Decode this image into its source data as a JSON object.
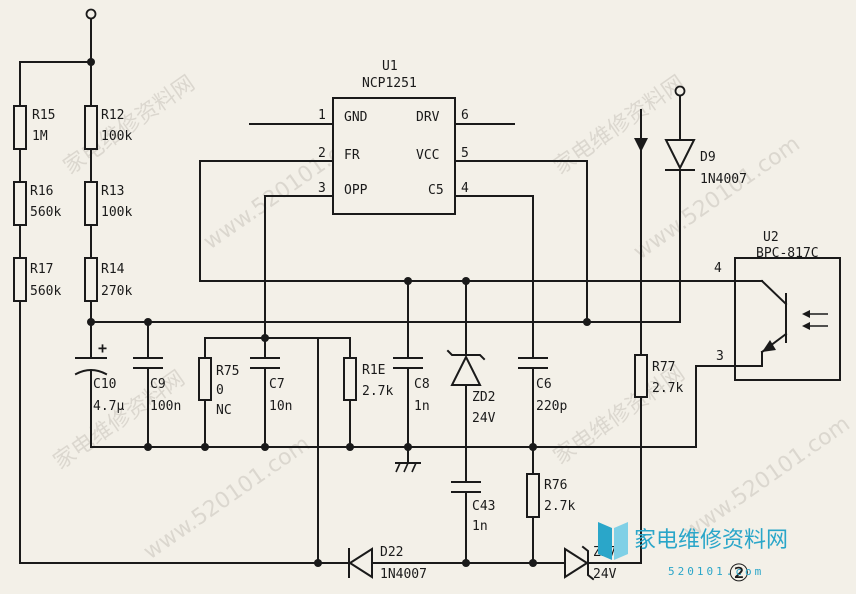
{
  "ic_u1": {
    "ref": "U1",
    "part": "NCP1251",
    "pins": [
      {
        "num": "1",
        "name": "GND"
      },
      {
        "num": "2",
        "name": "FR"
      },
      {
        "num": "3",
        "name": "OPP"
      },
      {
        "num": "6",
        "name": "DRV"
      },
      {
        "num": "5",
        "name": "VCC"
      },
      {
        "num": "4",
        "name": "C5"
      }
    ]
  },
  "ic_u2": {
    "ref": "U2",
    "part": "BPC-817C",
    "pin4": "4",
    "pin3": "3"
  },
  "resistors": {
    "r15": {
      "ref": "R15",
      "value": "1M"
    },
    "r16": {
      "ref": "R16",
      "value": "560k"
    },
    "r17": {
      "ref": "R17",
      "value": "560k"
    },
    "r12": {
      "ref": "R12",
      "value": "100k"
    },
    "r13": {
      "ref": "R13",
      "value": "100k"
    },
    "r14": {
      "ref": "R14",
      "value": "270k"
    },
    "r75": {
      "ref": "R75",
      "value": "0",
      "note": "NC"
    },
    "r1e": {
      "ref": "R1E",
      "value": "2.7k"
    },
    "r77": {
      "ref": "R77",
      "value": "2.7k"
    },
    "r76": {
      "ref": "R76",
      "value": "2.7k"
    }
  },
  "capacitors": {
    "c10": {
      "ref": "C10",
      "value": "4.7μ",
      "polarity": "+"
    },
    "c9": {
      "ref": "C9",
      "value": "100n"
    },
    "c7": {
      "ref": "C7",
      "value": "10n"
    },
    "c8": {
      "ref": "C8",
      "value": "1n"
    },
    "c6": {
      "ref": "C6",
      "value": "220p"
    },
    "c43": {
      "ref": "C43",
      "value": "1n"
    }
  },
  "diodes": {
    "d9": {
      "ref": "D9",
      "value": "1N4007"
    },
    "zd2": {
      "ref": "ZD2",
      "value": "24V"
    },
    "d22": {
      "ref": "D22",
      "value": "1N4007"
    },
    "zd7": {
      "ref": "ZD7",
      "value": "24V"
    }
  },
  "figure_number": "②",
  "watermark": {
    "text": "家电维修资料网",
    "url": "www.520101.com"
  },
  "brand": {
    "name": "家电维修资料网",
    "url": "520101.com"
  },
  "colors": {
    "ink": "#1a1a1a",
    "paper": "#f3f0e8",
    "brand": "#2aa6c9"
  }
}
